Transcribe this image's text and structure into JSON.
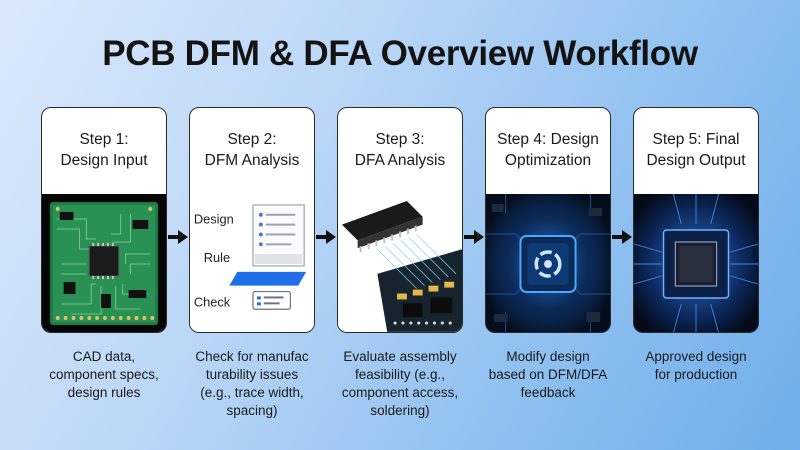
{
  "title": "PCB DFM & DFA Overview Workflow",
  "steps": [
    {
      "heading": "Step 1:\nDesign Input",
      "icon": "pcb-board-icon",
      "description": "CAD data,\ncomponent specs,\ndesign rules"
    },
    {
      "heading": "Step 2:\nDFM Analysis",
      "icon": "document-analysis-icon",
      "labels": [
        "Design",
        "Rule",
        "Check"
      ],
      "description": "Check for manufac\nturability issues\n(e.g., trace width,\nspacing)"
    },
    {
      "heading": "Step 3:\nDFA Analysis",
      "icon": "chip-assembly-icon",
      "description": "Evaluate assembly\nfeasibility (e.g.,\ncomponent access,\nsoldering)"
    },
    {
      "heading": "Step 4: Design\nOptimization",
      "icon": "glowing-processor-icon",
      "description": "Modify design\nbased on DFM/DFA\nfeedback"
    },
    {
      "heading": "Step 5: Final\nDesign Output",
      "icon": "final-chip-icon",
      "description": "Approved design\nfor production"
    }
  ]
}
